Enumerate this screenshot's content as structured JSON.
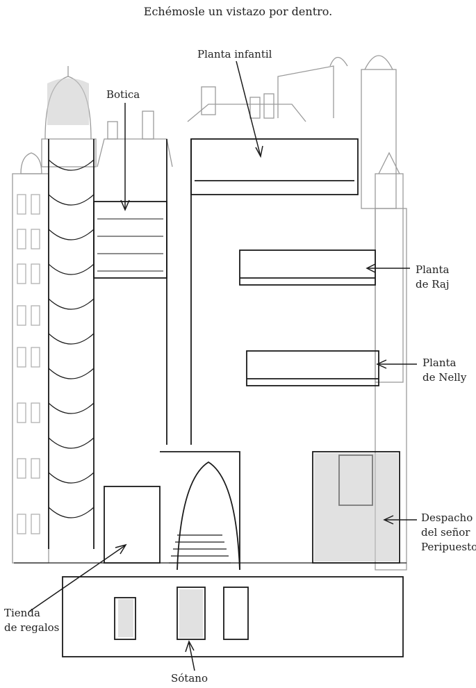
{
  "page": {
    "title": "Echémosle un vistazo por dentro."
  },
  "labels": {
    "nursery": "Planta infantil",
    "pharmacy": "Botica",
    "raj_line1": "Planta",
    "raj_line2": "de Raj",
    "nelly_line1": "Planta",
    "nelly_line2": "de Nelly",
    "office_line1": "Despacho",
    "office_line2": "del señor",
    "office_line3": "Peripuesto",
    "gift_line1": "Tienda",
    "gift_line2": "de regalos",
    "basement": "Sótano"
  },
  "colors": {
    "ink": "#1a1a1a",
    "faint_ink": "#9a9a9a",
    "wash": "#c9c9c9"
  }
}
